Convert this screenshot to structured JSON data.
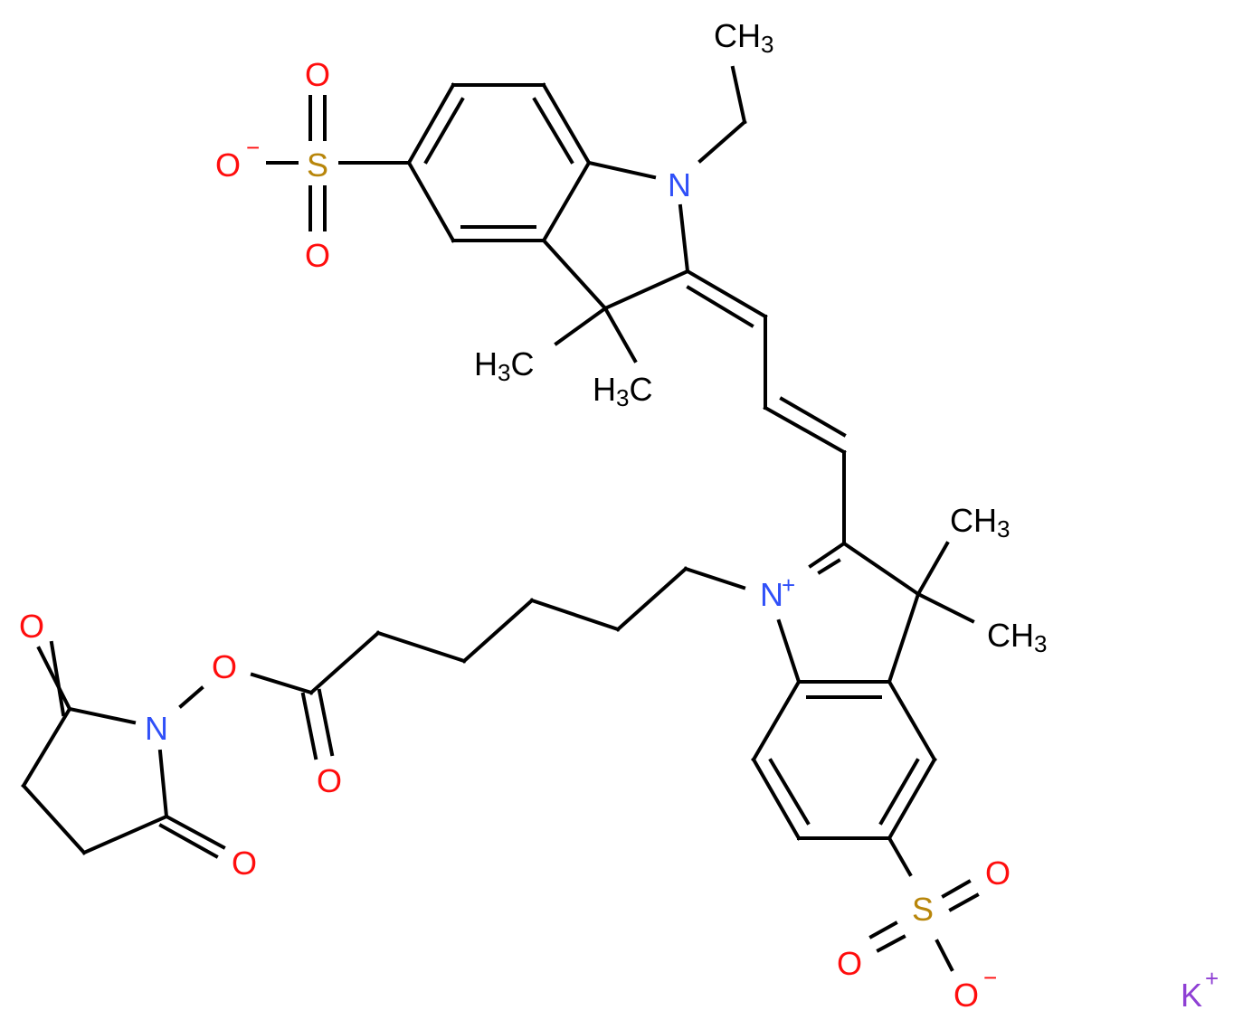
{
  "diagram": {
    "type": "chemical-structure",
    "description": "Sulfo-Cy3 NHS ester, potassium salt",
    "colors": {
      "bond": "#000000",
      "oxygen": "#ff0d0d",
      "nitrogen": "#3050f8",
      "sulfur": "#b8860b",
      "potassium": "#8f40d4",
      "carbon": "#000000",
      "background": "#ffffff"
    },
    "atoms": {
      "top_sulfonate": {
        "o_double_top": "O",
        "o_double_bottom": "O",
        "o_minus": "O",
        "o_minus_charge": "−",
        "s": "S"
      },
      "top_ethyl": {
        "ch3": "CH",
        "ch3_sub": "3"
      },
      "top_n": "N",
      "top_gem_dimethyl": [
        {
          "h": "H",
          "sub": "3",
          "c": "C"
        },
        {
          "h": "H",
          "sub": "3",
          "c": "C"
        }
      ],
      "bottom_n_plus": "N",
      "bottom_n_plus_charge": "+",
      "bottom_gem_dimethyl": [
        {
          "c": "CH",
          "sub": "3"
        },
        {
          "c": "CH",
          "sub": "3"
        }
      ],
      "ester": {
        "o_link": "O",
        "o_carbonyl": "O"
      },
      "succinimide": {
        "n": "N",
        "o_top": "O",
        "o_bottom": "O",
        "o_link": "O"
      },
      "bottom_sulfonate": {
        "o_double_right": "O",
        "o_double_left": "O",
        "o_minus": "O",
        "o_minus_charge": "−",
        "s": "S"
      },
      "counter_ion": {
        "symbol": "K",
        "charge": "+"
      }
    }
  }
}
